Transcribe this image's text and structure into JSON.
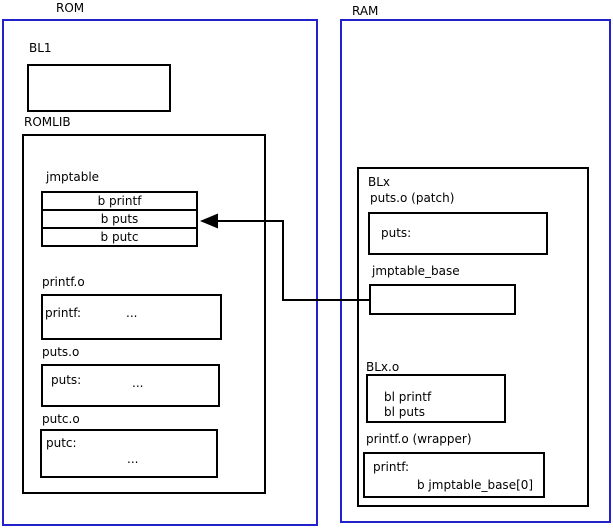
{
  "rom": {
    "title": "ROM",
    "bl1": {
      "label": "BL1"
    },
    "romlib": {
      "label": "ROMLIB",
      "jmptable": {
        "label": "jmptable",
        "rows": [
          "b printf",
          "b puts",
          "b putc"
        ]
      },
      "printf_o": {
        "label": "printf.o",
        "symbol": "printf:",
        "body": "..."
      },
      "puts_o": {
        "label": "puts.o",
        "symbol": "puts:",
        "body": "..."
      },
      "putc_o": {
        "label": "putc.o",
        "symbol": "putc:",
        "body": "..."
      }
    }
  },
  "ram": {
    "title": "RAM",
    "blx": {
      "label": "BLx",
      "puts_patch": {
        "label": "puts.o (patch)",
        "symbol": "puts:"
      },
      "jmptable_base": {
        "label": "jmptable_base"
      },
      "blx_o": {
        "label": "BLx.o",
        "lines": [
          "bl printf",
          "bl puts"
        ]
      },
      "printf_wrapper": {
        "label": "printf.o (wrapper)",
        "symbol": "printf:",
        "body": "b jmptable_base[0]"
      }
    }
  },
  "connector": {
    "type": "arrow",
    "from": "ram.jmptable_base",
    "to": "rom.jmptable.b_puts"
  },
  "colors": {
    "region_border": "#2222cc",
    "box_border": "#000000",
    "text": "#000000",
    "background": "#ffffff"
  }
}
